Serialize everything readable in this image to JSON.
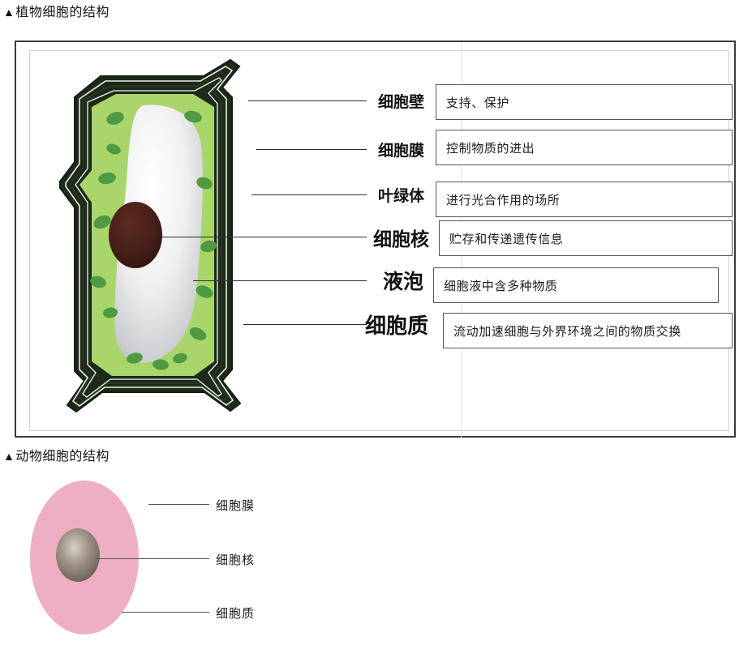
{
  "plant_section": {
    "caption_marker": "▲",
    "caption": "植物细胞的结构",
    "rows": [
      {
        "label": "细胞壁",
        "description": "支持、保护"
      },
      {
        "label": "细胞膜",
        "description": "控制物质的进出"
      },
      {
        "label": "叶绿体",
        "description": "进行光合作用的场所"
      },
      {
        "label": "细胞核",
        "description": "贮存和传递遗传信息"
      },
      {
        "label": "液泡",
        "description": "细胞液中含多种物质"
      },
      {
        "label": "细胞质",
        "description": "流动加速细胞与外界环境之间的物质交换"
      }
    ],
    "artwork": {
      "cytoplasm_color": "#a8d66a",
      "chloroplast_color": "#4f9a43",
      "nucleus_color": "#45201a",
      "vacuole_color": "#e8e8e8",
      "cell_wall_color": "#23301f"
    }
  },
  "animal_section": {
    "caption_marker": "▲",
    "caption": "动物细胞的结构",
    "rows": [
      {
        "label": "细胞膜"
      },
      {
        "label": "细胞核"
      },
      {
        "label": "细胞质"
      }
    ],
    "artwork": {
      "cytoplasm_color": "#eeaec4",
      "nucleus_color": "#8d7f6e"
    }
  }
}
